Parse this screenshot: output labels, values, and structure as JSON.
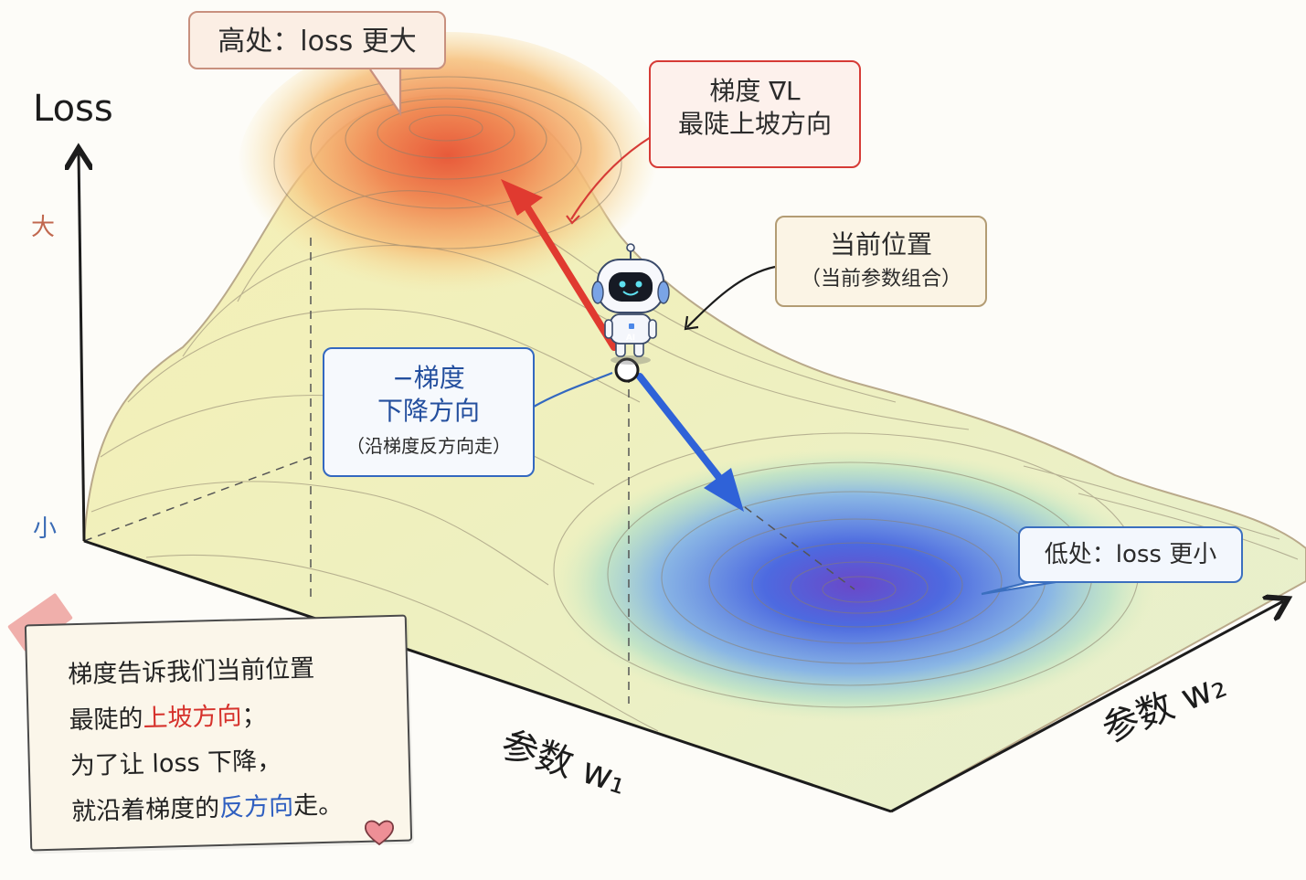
{
  "axes": {
    "loss_label": "Loss",
    "big_label": "大",
    "small_label": "小",
    "w1_label": "参数 w₁",
    "w2_label": "参数 w₂"
  },
  "callouts": {
    "peak": "高处：loss 更大",
    "gradient_line1": "梯度 ∇L",
    "gradient_line2": "最陡上坡方向",
    "position_line1": "当前位置",
    "position_line2": "（当前参数组合）",
    "neg_line1": "−梯度",
    "neg_line2": "下降方向",
    "neg_line3": "（沿梯度反方向走）",
    "low": "低处：loss 更小"
  },
  "robot": {
    "badge": "AI"
  },
  "note": {
    "line1": "梯度告诉我们当前位置",
    "line2_prefix": "最陡的",
    "line2_highlight": "上坡方向",
    "line2_suffix": "；",
    "line3": "为了让 loss 下降，",
    "line4_prefix": "就沿着梯度的",
    "line4_highlight": "反方向",
    "line4_suffix": "走。"
  },
  "colors": {
    "gradient_arrow": "#e03a30",
    "descent_arrow": "#2f62d8",
    "high_loss": "#e9643f",
    "low_loss": "#4d5fd6"
  }
}
